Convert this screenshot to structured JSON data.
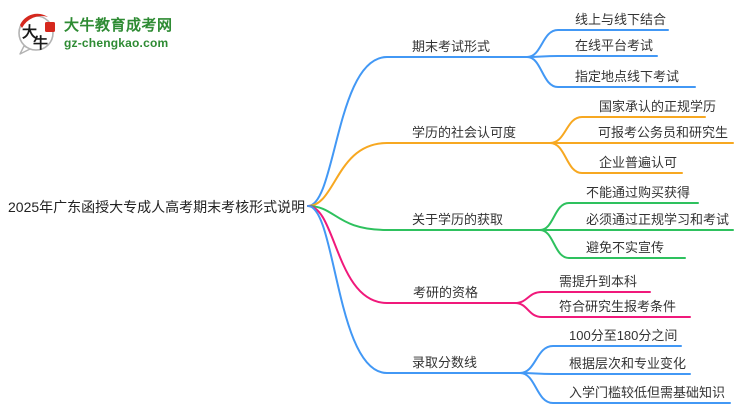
{
  "logo": {
    "icon_chars_top": "大",
    "icon_chars_bottom": "牛",
    "site_name": "大牛教育成考网",
    "site_domain": "gz-chengkao.com",
    "brand_green": "#2e8b33",
    "seal_red": "#d5281e",
    "bubble_border": "#b3b3b3"
  },
  "map": {
    "root": "2025年广东函授大专成人高考期末考核形式说明",
    "branches": [
      {
        "label": "期末考试形式",
        "color": "#4298f5",
        "children": [
          "线上与线下结合",
          "在线平台考试",
          "指定地点线下考试"
        ]
      },
      {
        "label": "学历的社会认可度",
        "color": "#f7a821",
        "children": [
          "国家承认的正规学历",
          "可报考公务员和研究生",
          "企业普遍认可"
        ]
      },
      {
        "label": "关于学历的获取",
        "color": "#2ec15e",
        "children": [
          "不能通过购买获得",
          "必须通过正规学习和考试",
          "避免不实宣传"
        ]
      },
      {
        "label": "考研的资格",
        "color": "#f0197b",
        "children": [
          "需提升到本科",
          "符合研究生报考条件"
        ]
      },
      {
        "label": "录取分数线",
        "color": "#4298f5",
        "children": [
          "100分至180分之间",
          "根据层次和专业变化",
          "入学门槛较低但需基础知识"
        ]
      }
    ]
  }
}
